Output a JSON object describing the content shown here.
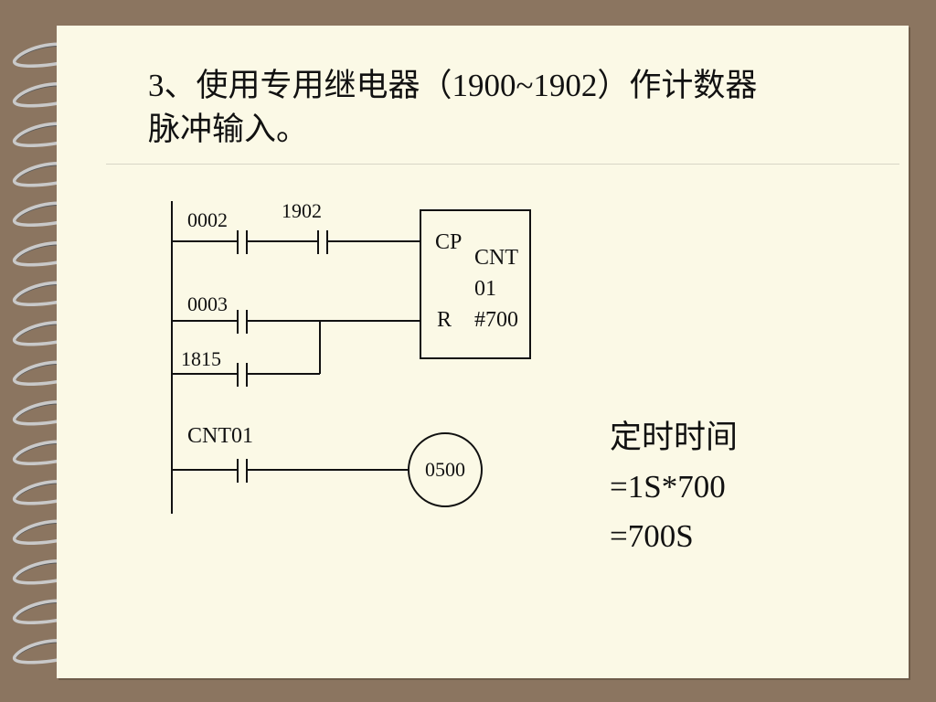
{
  "slide": {
    "title": "3、使用专用继电器（1900~1902）作计数器\n脉冲输入。"
  },
  "diagram": {
    "rung1": {
      "contact_a": "0002",
      "contact_b": "1902"
    },
    "rung2": {
      "contact": "0003"
    },
    "rung3": {
      "contact": "1815"
    },
    "counter": {
      "cp_label": "CP",
      "r_label": "R",
      "name_line1": "CNT",
      "name_line2": "01",
      "preset": "#700"
    },
    "rung4": {
      "contact": "CNT01",
      "coil": "0500"
    }
  },
  "note": {
    "line1": "定时时间",
    "line2": "=1S*700",
    "line3": "=700S"
  },
  "colors": {
    "paper": "#fbf9e6",
    "background": "#8b7560",
    "ink": "#111111"
  }
}
